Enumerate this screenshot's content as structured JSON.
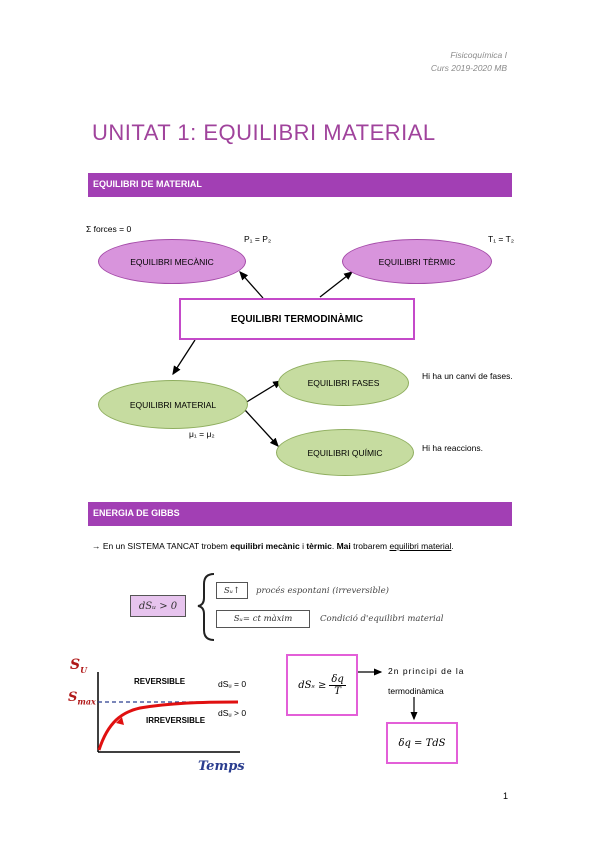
{
  "header": {
    "line1": "Fisicoquímica I",
    "line2": "Curs 2019-2020 MB"
  },
  "title": "UNITAT 1: EQUILIBRI MATERIAL",
  "section1": {
    "heading": "EQUILIBRI DE MATERIAL",
    "sum_forces": "Σ forces = 0",
    "p_eq": "P₁ = P₂",
    "t_eq": "T₁ = T₂",
    "mecanic": "EQUILIBRI MECÀNIC",
    "termic": "EQUILIBRI TÈRMIC",
    "termodinamic": "EQUILIBRI TERMODINÀMIC",
    "material": "EQUILIBRI MATERIAL",
    "fases": "EQUILIBRI FASES",
    "quimic": "EQUILIBRI QUÍMIC",
    "mu_eq": "μ₁ = μ₂",
    "fases_note": "Hi ha un canvi de fases.",
    "quimic_note": "Hi ha reaccions."
  },
  "section2": {
    "heading": "ENERGIA DE GIBBS",
    "intro": {
      "arrow": "→",
      "p1": " En un SISTEMA TANCAT trobem ",
      "b1": "equilibri mecànic",
      "p2": " i ",
      "b2": "tèrmic",
      "p3": ". ",
      "b3": "Mai",
      "p4": " trobarem ",
      "u1": "equilibri material",
      "p5": "."
    },
    "handwritten": {
      "ds_box": "dSᵤ > 0",
      "su_up": "Sᵤ↑",
      "proces": "procés espontani   (irreversible)",
      "su_ct": "Sᵤ= ct   màxim",
      "condicio": "Condició d'equilibri material"
    },
    "graph": {
      "y_label": "S",
      "y_sub": "U",
      "smax": "S",
      "smax_sub": "max",
      "reversible": "REVERSIBLE",
      "irreversible": "IRREVERSIBLE",
      "x_label": "Temps",
      "ds_rev": "dSᵤ = 0",
      "ds_irrev": "dSᵤ > 0"
    },
    "formula1": "dSₛ ≥ δq / T",
    "formula1_lhs": "dSₛ ≥",
    "formula1_num": "δq",
    "formula1_den": "T",
    "principle": "2n principi de la termodinàmica",
    "principle_l1": "2n principi de la",
    "principle_l2": "termodinàmica",
    "formula2": "δq = TdS"
  },
  "page_number": "1",
  "colors": {
    "purple_bar": "#a23fb4",
    "title": "#a0439c",
    "pink_box": "#e35fd8",
    "ellipse_purple": "#d894dc",
    "ellipse_green": "#c6dca0",
    "curve_red": "#e01010",
    "axis_blue": "#2a3d8f"
  }
}
